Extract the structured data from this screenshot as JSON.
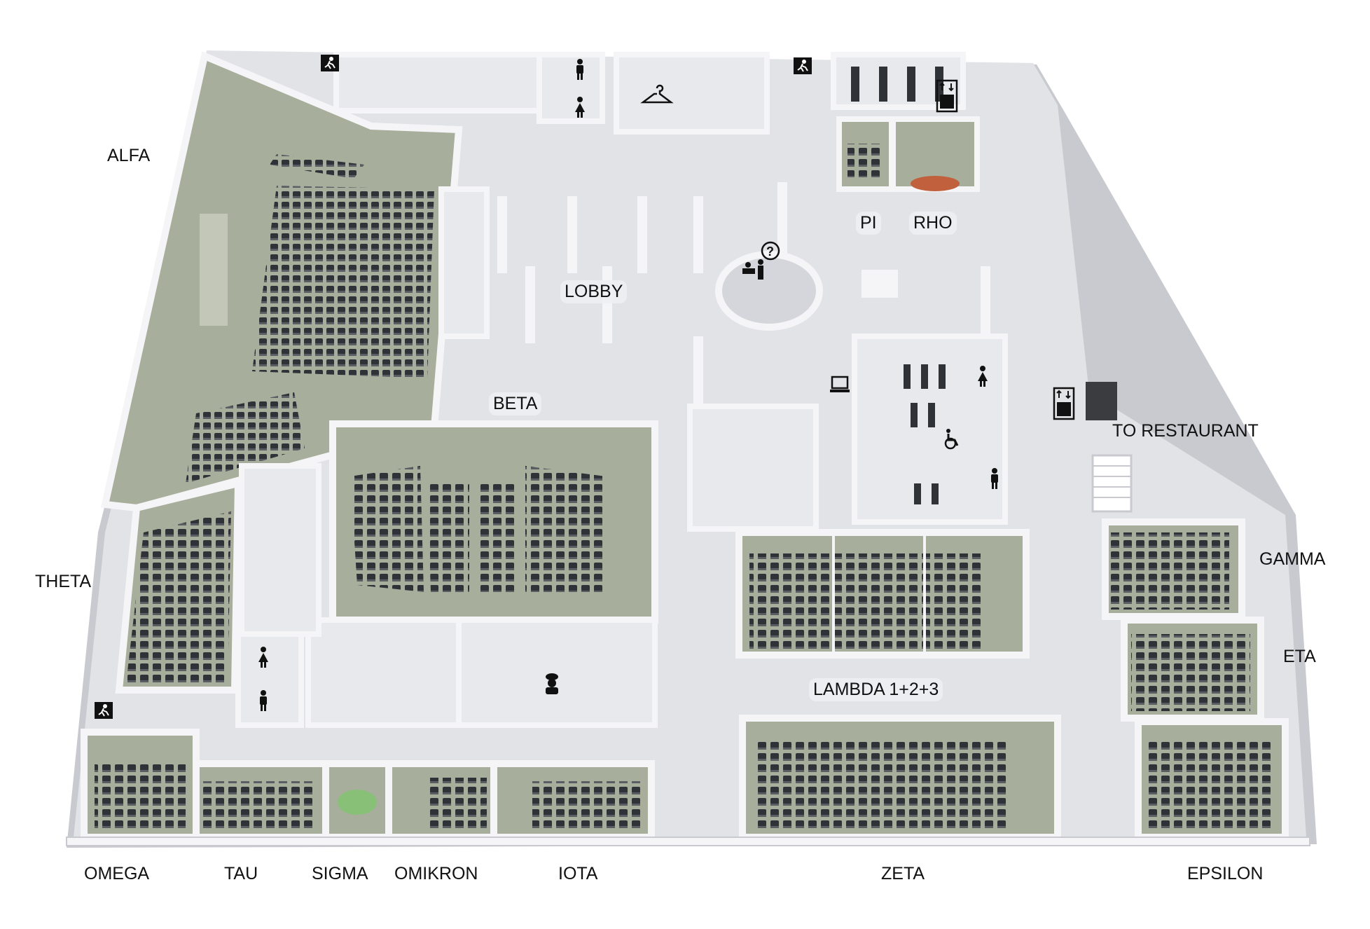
{
  "colors": {
    "floor": "#e2e3e7",
    "wall": "#f5f5f7",
    "room_floor": "#a7ae9c",
    "seat": "#2f3236",
    "icon": "#111111",
    "green_table": "#88c078"
  },
  "rooms": {
    "alfa": "ALFA",
    "beta": "BETA",
    "gamma": "GAMMA",
    "eta": "ETA",
    "epsilon": "EPSILON",
    "zeta": "ZETA",
    "lambda": "LAMBDA 1+2+3",
    "theta": "THETA",
    "omega": "OMEGA",
    "tau": "TAU",
    "sigma": "SIGMA",
    "omikron": "OMIKRON",
    "iota": "IOTA",
    "pi": "PI",
    "rho": "RHO",
    "lobby": "LOBBY",
    "to_restaurant": "TO RESTAURANT"
  },
  "icons": [
    "emergency-exit-icon",
    "male-toilet-icon",
    "female-toilet-icon",
    "wheelchair-icon",
    "elevator-icon",
    "cloakroom-icon",
    "information-desk-icon",
    "computer-icon",
    "chef-icon"
  ]
}
